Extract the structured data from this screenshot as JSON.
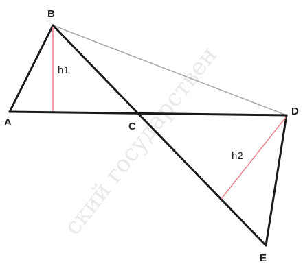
{
  "points": {
    "A": "A",
    "B": "B",
    "C": "C",
    "D": "D",
    "E": "E"
  },
  "heights": {
    "h1": "h1",
    "h2": "h2"
  },
  "watermark": "ский государствен",
  "colors": {
    "segment": "#1a1a1a",
    "thin_segment": "#a6a6a6",
    "height": "#e8868f",
    "label": "#222222",
    "watermark": "#e9e9e9"
  }
}
